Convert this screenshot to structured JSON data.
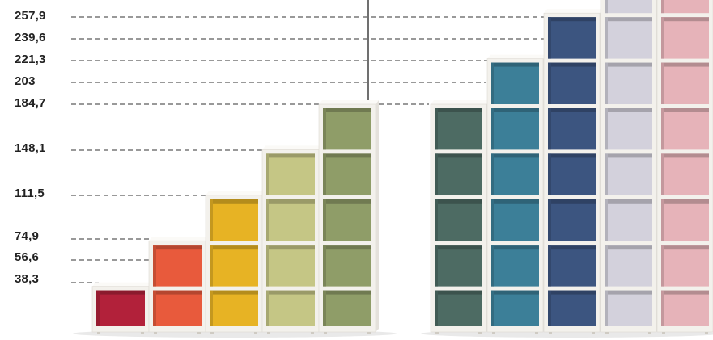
{
  "height_labels": [
    "257,9",
    "239,6",
    "221,3",
    "203",
    "184,7",
    "148,1",
    "111,5",
    "74,9",
    "56,6",
    "38,3"
  ],
  "shelving_groups": [
    {
      "id": "left-group",
      "units": [
        {
          "cubes": 1,
          "color": "#b2213a"
        },
        {
          "cubes": 2,
          "color": "#e85a3c"
        },
        {
          "cubes": 3,
          "color": "#e7b324"
        },
        {
          "cubes": 4,
          "color": "#c5c685"
        },
        {
          "cubes": 5,
          "color": "#8f9d68"
        }
      ]
    },
    {
      "id": "right-group",
      "units": [
        {
          "cubes": 5,
          "color": "#4d6b63"
        },
        {
          "cubes": 6,
          "color": "#3c7f98"
        },
        {
          "cubes": 7,
          "color": "#3c5580"
        },
        {
          "cubes": 8,
          "color": "#d3d1dc"
        },
        {
          "cubes": 9,
          "color": "#e6b3b9"
        }
      ]
    }
  ],
  "frame_color": "#f3f1ec",
  "dash_color": "#333333"
}
